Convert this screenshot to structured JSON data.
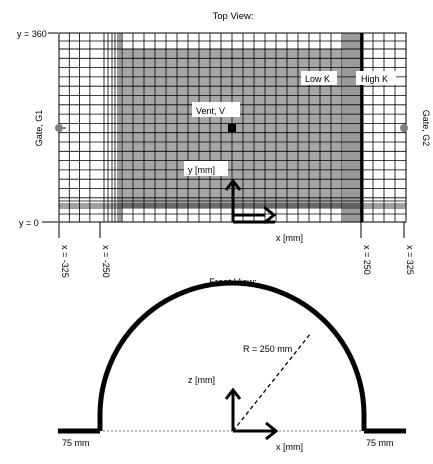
{
  "top_view": {
    "title": "Top View:",
    "y_top_label": "y = 360",
    "y_bottom_label": "y = 0",
    "gate_left_label": "Gate, G1",
    "gate_right_label": "Gate, G2",
    "vent_label": "Vent, V",
    "low_k_label": "Low K",
    "high_k_label": "High K",
    "y_axis_label": "y [mm]",
    "x_axis_label": "x [mm]",
    "x_tick_labels": [
      "x = -325",
      "x = -250",
      "x = 250",
      "x = 325"
    ]
  },
  "front_view": {
    "title": "Front View:",
    "radius_label": "R = 250 mm",
    "z_axis_label": "z [mm]",
    "x_axis_label": "x [mm]",
    "left_flange_label": "75 mm",
    "right_flange_label": "75 mm"
  },
  "colors": {
    "low_k_fill": "#a6a6a6",
    "outer_fill": "#ffffff",
    "gate_dot": "#7f7f7f",
    "line": "#000000"
  }
}
